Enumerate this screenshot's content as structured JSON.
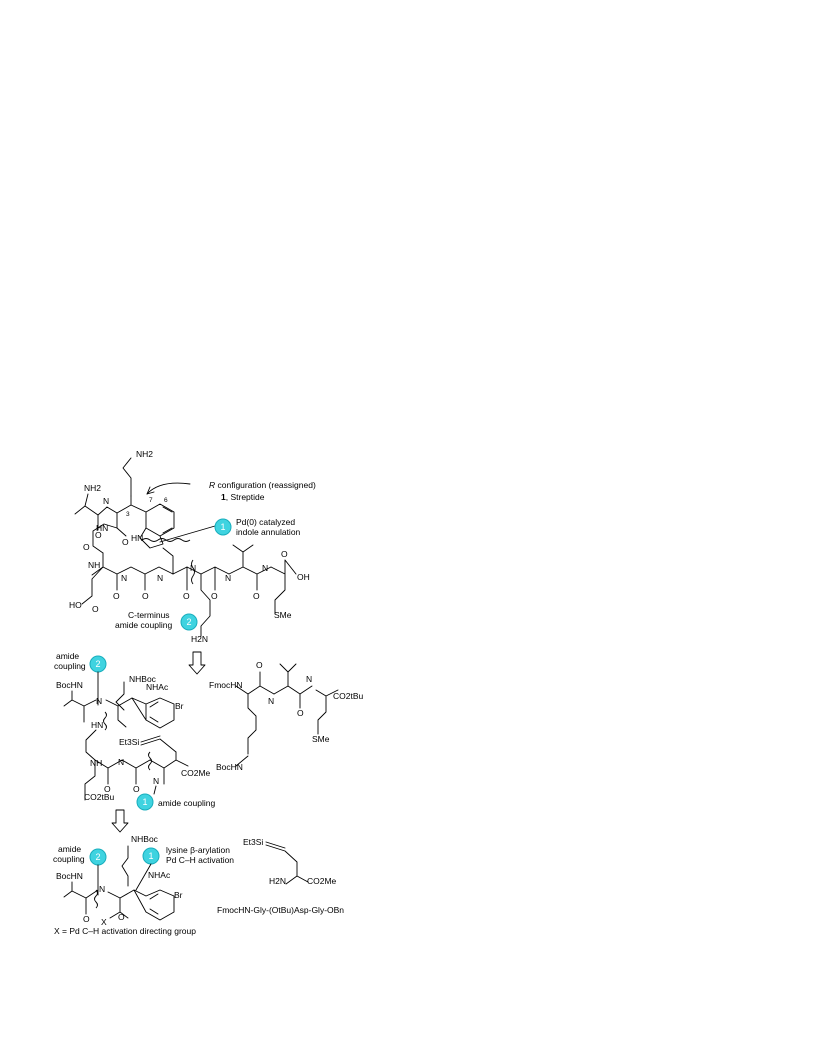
{
  "colors": {
    "badge": "#3fd3e0",
    "badge_stroke": "#18aebd",
    "line": "#000000",
    "background": "#ffffff"
  },
  "top": {
    "config_note_italic": "R",
    "config_note_rest": " configuration (reassigned)",
    "compound_number": "1",
    "compound_name": ", Streptide",
    "labels": {
      "nh2_lys": "NH2",
      "nh2_ala": "NH2",
      "nh": "N",
      "nh_h": "H",
      "pos3": "3",
      "pos6": "6",
      "pos7": "7",
      "hn_indole": "HN",
      "ho": "HO",
      "oh": "OH",
      "sme": "SMe",
      "h2n": "H2N",
      "o": "O"
    },
    "disconnection_1": {
      "num": "1",
      "line1": "Pd(0) catalyzed",
      "line2": "indole annulation"
    },
    "disconnection_2": {
      "num": "2",
      "line1": "C-terminus",
      "line2": "amide coupling"
    }
  },
  "middle": {
    "left_labels": {
      "amide": "amide",
      "coupling": "coupling",
      "badge": "2",
      "nhboc": "NHBoc",
      "nhac": "NHAc",
      "bochn": "BocHN",
      "br": "Br",
      "hn": "HN",
      "et3si": "Et3Si",
      "co2me": "CO2Me",
      "co2tbu": "CO2tBu",
      "nh": "N"
    },
    "right_labels": {
      "fmochn": "FmocHN",
      "co2tbu": "CO2tBu",
      "bochn": "BocHN",
      "sme": "SMe"
    },
    "disconnection_1": {
      "num": "1",
      "label": "amide coupling"
    }
  },
  "bottom": {
    "left_labels": {
      "amide": "amide",
      "coupling": "coupling",
      "badge": "2",
      "nhboc": "NHBoc",
      "nhac": "NHAc",
      "bochn": "BocHN",
      "br": "Br",
      "x": "X",
      "nh": "N"
    },
    "disconnection_1": {
      "num": "1",
      "line1": "lysine β-arylation",
      "line2": "Pd C–H activation"
    },
    "alkyne_labels": {
      "et3si": "Et3Si",
      "h2n": "H2N",
      "co2me": "CO2Me"
    },
    "fragment": "FmocHN-Gly-(OtBu)Asp-Gly-OBn",
    "footnote": "X = Pd C–H activation directing group"
  }
}
